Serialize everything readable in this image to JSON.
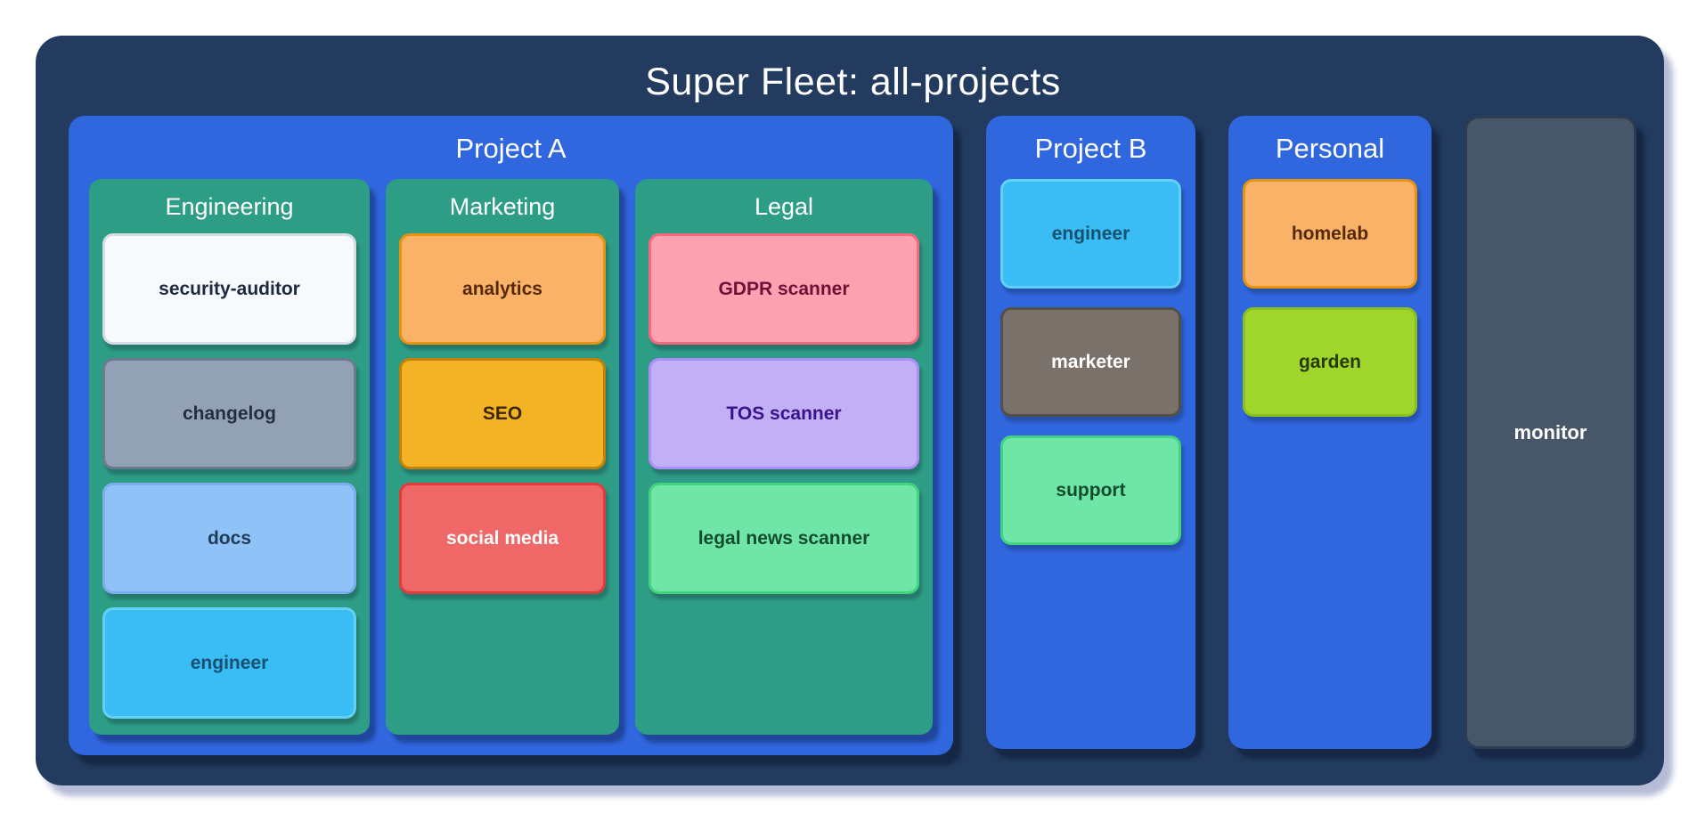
{
  "palette": {
    "page_bg": "#FFFFFF",
    "fleet_bg": "#223B5E",
    "fleet_shadow": "#B6BCD6",
    "group_bg": "#3067DF",
    "team_bg": "#2E9D85",
    "header_text": "#FFFFFF",
    "agent_colors": {
      "white": {
        "bg": "#F7FAFC",
        "border": "#D7DDE6",
        "text": "#1E2940"
      },
      "slate": {
        "bg": "#93A1B5",
        "border": "#6C7A8F",
        "text": "#222E42"
      },
      "sky": {
        "bg": "#8FC2F7",
        "border": "#7DAFF0",
        "text": "#1E3B58"
      },
      "cyan": {
        "bg": "#39BDF4",
        "border": "#63D0F7",
        "text": "#175070"
      },
      "orange": {
        "bg": "#F9B268",
        "border": "#E8930E",
        "text": "#542A0B"
      },
      "amber": {
        "bg": "#F2B424",
        "border": "#C57F05",
        "text": "#3F2606"
      },
      "red": {
        "bg": "#F06767",
        "border": "#E23B3B",
        "text": "#FFFFFF"
      },
      "pink": {
        "bg": "#FBA1B0",
        "border": "#F4687E",
        "text": "#6E1038"
      },
      "purple": {
        "bg": "#C2B0F6",
        "border": "#AD8DF7",
        "text": "#3A1389"
      },
      "mint": {
        "bg": "#6FE6A8",
        "border": "#42D381",
        "text": "#124C2C"
      },
      "taupe": {
        "bg": "#7A716B",
        "border": "#544E48",
        "text": "#FFFFFF"
      },
      "lime": {
        "bg": "#A0D62B",
        "border": "#8BC01E",
        "text": "#263B07"
      },
      "monitor": {
        "bg": "#475669",
        "border": "#2E3C52",
        "text": "#FFFFFF"
      }
    }
  },
  "fleet": {
    "title": "Super Fleet: all-projects",
    "groups": [
      {
        "name": "Project A",
        "columns": [
          {
            "name": "Engineering",
            "agents": [
              {
                "label": "security-auditor",
                "color": "white"
              },
              {
                "label": "changelog",
                "color": "slate"
              },
              {
                "label": "docs",
                "color": "sky"
              },
              {
                "label": "engineer",
                "color": "cyan"
              }
            ]
          },
          {
            "name": "Marketing",
            "agents": [
              {
                "label": "analytics",
                "color": "orange"
              },
              {
                "label": "SEO",
                "color": "amber"
              },
              {
                "label": "social media",
                "color": "red"
              }
            ]
          },
          {
            "name": "Legal",
            "agents": [
              {
                "label": "GDPR scanner",
                "color": "pink"
              },
              {
                "label": "TOS scanner",
                "color": "purple"
              },
              {
                "label": "legal news scanner",
                "color": "mint"
              }
            ]
          }
        ]
      },
      {
        "name": "Project B",
        "agents": [
          {
            "label": "engineer",
            "color": "cyan"
          },
          {
            "label": "marketer",
            "color": "taupe"
          },
          {
            "label": "support",
            "color": "mint"
          }
        ]
      },
      {
        "name": "Personal",
        "agents": [
          {
            "label": "homelab",
            "color": "orange"
          },
          {
            "label": "garden",
            "color": "lime"
          }
        ]
      }
    ],
    "monitor": {
      "label": "monitor",
      "color": "monitor"
    }
  }
}
